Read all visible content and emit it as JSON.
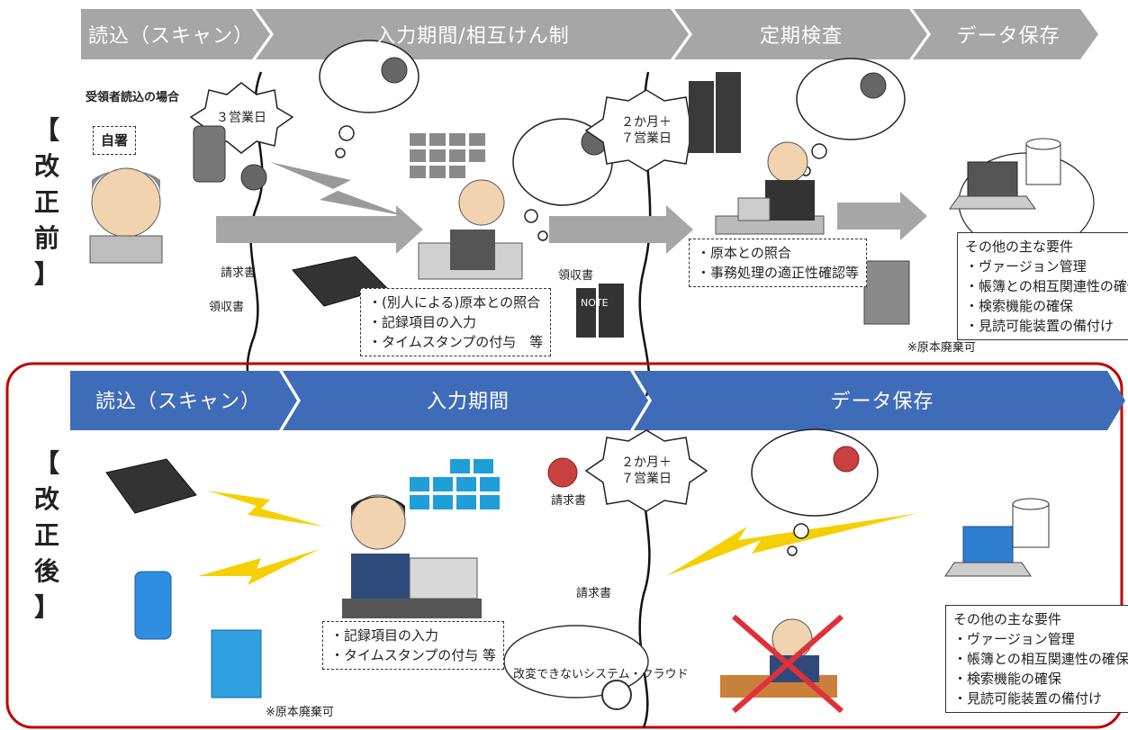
{
  "top_steps": [
    "読込（スキャン）",
    "入力期間/相互けん制",
    "定期検査",
    "データ保存"
  ],
  "bottom_steps": [
    "読込（スキャン）",
    "入力期間",
    "データ保存"
  ],
  "before_label": [
    "【",
    "改",
    "正",
    "前",
    "】"
  ],
  "after_label": [
    "【",
    "改",
    "正",
    "後",
    "】"
  ],
  "recipient_caption": "受領者読込の場合",
  "self_sign": "自署",
  "deadline_3": "３営業日",
  "deadline_2m_line1": "２か月＋",
  "deadline_2m_line2": "７営業日",
  "before_input_box": [
    "・(別人による)原本との照合",
    "・記録項目の入力",
    "・タイムスタンプの付与　等"
  ],
  "before_inspect_box": [
    "・原本との照合",
    "・事務処理の適正性確認等"
  ],
  "before_requirements": [
    "その他の主な要件",
    "・ヴァージョン管理",
    "・帳簿との相互関連性の確保",
    "・検索機能の確保",
    "・見読可能装置の備付け"
  ],
  "discard_note_top": "※原本廃棄可",
  "after_input_box": [
    "・記録項目の入力",
    "・タイムスタンプの付与 等"
  ],
  "cloud_caption": "改変できないシステム・クラウド",
  "after_requirements": [
    "その他の主な要件",
    "・ヴァージョン管理",
    "・帳簿との相互関連性の確保",
    "・検索機能の確保",
    "・見読可能装置の備付け"
  ],
  "discard_note_bottom": "※原本廃棄可",
  "doc_invoice": "請求書",
  "doc_receipt": "領収書",
  "notebook_label": "NOTE",
  "colors": {
    "gray_arrow": "#a6a6a6",
    "blue_arrow": "#3f6cb8",
    "red_frame": "#c00000",
    "lightning": "#f5d000"
  }
}
